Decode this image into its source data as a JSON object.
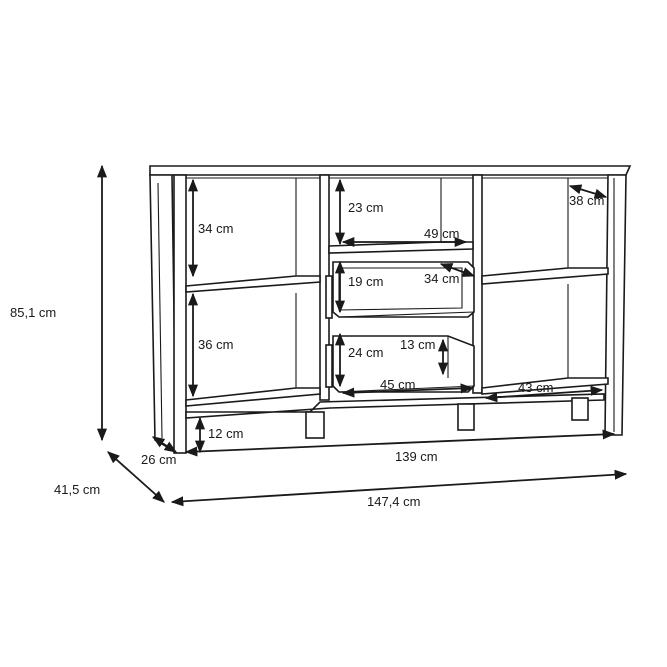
{
  "dimensions": {
    "height_total": "85,1 cm",
    "depth_total": "41,5 cm",
    "width_total": "147,4 cm",
    "inner_width": "139 cm",
    "side_depth": "26 cm",
    "left_upper_height": "34 cm",
    "left_lower_height": "36 cm",
    "plinth_height": "12 cm",
    "middle_top_height": "23 cm",
    "middle_shelf_width": "49 cm",
    "drawer_height_upper": "19 cm",
    "drawer_depth": "34 cm",
    "drawer_height_lower": "24 cm",
    "drawer_side_height": "13 cm",
    "drawer_width": "45 cm",
    "right_shelf_depth": "38 cm",
    "right_width": "43 cm"
  }
}
